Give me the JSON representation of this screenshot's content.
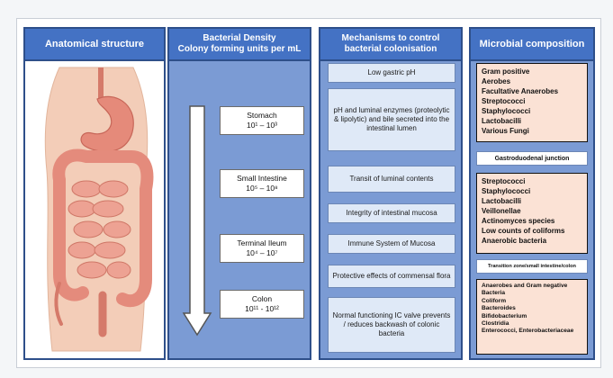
{
  "columns": {
    "anatomy": {
      "title": "Anatomical structure"
    },
    "density": {
      "title_line1": "Bacterial Density",
      "title_line2": "Colony forming units per mL",
      "items": [
        {
          "name": "Stomach",
          "range": "10¹ – 10³"
        },
        {
          "name": "Small Intestine",
          "range": "10⁵ – 10⁸"
        },
        {
          "name": "Terminal Ileum",
          "range": "10⁴ – 10⁷"
        },
        {
          "name": "Colon",
          "range": "10¹¹ - 10¹²"
        }
      ]
    },
    "mechanisms": {
      "title_line1": "Mechanisms to control",
      "title_line2": "bacterial colonisation",
      "items": [
        "Low gastric pH",
        "pH and luminal enzymes (proteolytic & lipolytic) and bile secreted into the intestinal lumen",
        "Transit of luminal contents",
        "Integrity of intestinal mucosa",
        "Immune System of Mucosa",
        "Protective effects of commensal flora",
        "Normal functioning IC valve prevents / reduces backwash of colonic bacteria"
      ]
    },
    "composition": {
      "title": "Microbial composition",
      "group1": [
        "Gram positive",
        "Aerobes",
        "Facultative Anaerobes",
        "Streptococci",
        "Staphylococci",
        "Lactobacilli",
        "Various Fungi"
      ],
      "junction1": "Gastroduodenal junction",
      "group2": [
        "Streptococci",
        "Staphylococci",
        "Lactobacilli",
        "Veillonellae",
        "Actinomyces species",
        "Low counts of coliforms",
        "Anaerobic bacteria"
      ],
      "junction2": "Transition zone/small intestine/colon",
      "group3": [
        "Anaerobes and Gram negative",
        "Bacteria",
        "Coliform",
        "Bacteroides",
        "Bifidobacterium",
        "Clostridia",
        "Enterococci, Enterobacteriaceae"
      ]
    }
  },
  "colors": {
    "header": "#4472c4",
    "panel": "#7b9bd4",
    "border": "#2e4f8a",
    "mechanism_box": "#dfe9f7",
    "composition_box": "#fbe2d5"
  }
}
